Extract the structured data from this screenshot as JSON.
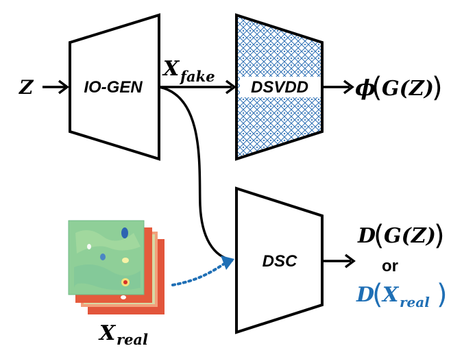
{
  "inputs": {
    "z_label": "Z",
    "x_fake_main": "X",
    "x_fake_sub": "fake",
    "x_real_main": "X",
    "x_real_sub": "real"
  },
  "blocks": {
    "generator": "IO-GEN",
    "dsvdd": "DSVDD",
    "dsc": "DSC"
  },
  "outputs": {
    "phi_symbol": "ϕ",
    "phi_paren_open": "(",
    "phi_paren_close": ")",
    "g_of_z": "G(Z)",
    "d_of_g_prefix": "D",
    "d_paren_open": "(",
    "d_paren_close": ")",
    "or_label": "or",
    "d_real_prefix": "D",
    "d_real_paren_open": "(",
    "d_real_x": "X",
    "d_real_sub": "real",
    "d_real_paren_close": ")"
  },
  "colors": {
    "real_path": "#1f6fb5",
    "dsvdd_pattern": "#2c6fb4",
    "heatmap_front": "#8fcf98",
    "heatmap_mid": "#a8d8a0",
    "heatmap_back": "#e2553b"
  },
  "icons": {
    "heatmap_stack": "stacked-heatmap-images"
  }
}
